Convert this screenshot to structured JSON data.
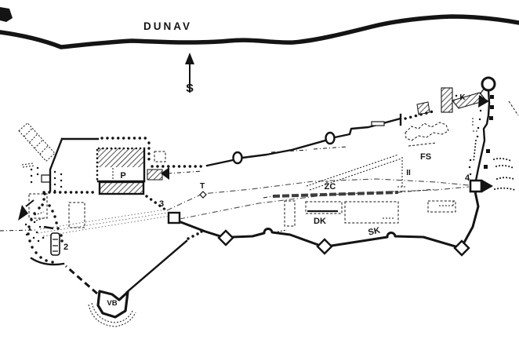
{
  "map": {
    "river_label": "DUNAV",
    "north_label": "S",
    "labels": {
      "p": "P",
      "t": "T",
      "k": "K",
      "fs": "FS",
      "zc": "ŽC",
      "dk": "DK",
      "sk": "SK",
      "vb": "VB",
      "ii": "II",
      "n2": "2",
      "n3": "3",
      "n4": "4"
    },
    "colors": {
      "ink": "#141414",
      "paper": "#ffffff",
      "railway": "#3d3d3d",
      "road": "#4a4a4a",
      "stipple": "#7a7a7a"
    }
  }
}
